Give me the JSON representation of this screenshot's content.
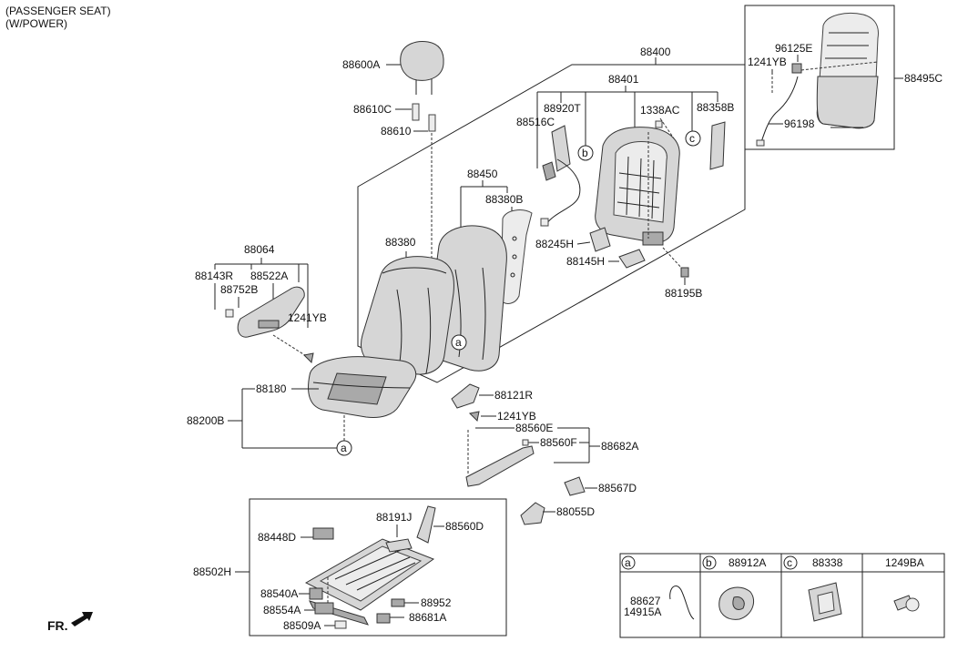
{
  "header": {
    "line1": "(PASSENGER SEAT)",
    "line2": "(W/POWER)"
  },
  "front_indicator": "FR.",
  "labels": {
    "p88600A": "88600A",
    "p88610C": "88610C",
    "p88610": "88610",
    "p88400": "88400",
    "p88401": "88401",
    "p88920T": "88920T",
    "p88516C": "88516C",
    "p1338AC": "1338AC",
    "p88358B": "88358B",
    "p88450": "88450",
    "p88380B": "88380B",
    "p88380": "88380",
    "p88245H": "88245H",
    "p88145H": "88145H",
    "p88195B": "88195B",
    "p88064": "88064",
    "p88143R": "88143R",
    "p88522A": "88522A",
    "p88752B": "88752B",
    "p1241YB_a": "1241YB",
    "p88180": "88180",
    "p88200B": "88200B",
    "p88121R": "88121R",
    "p1241YB_b": "1241YB",
    "p88560E": "88560E",
    "p88560F": "88560F",
    "p88682A": "88682A",
    "p88567D": "88567D",
    "p88055D": "88055D",
    "p88191J": "88191J",
    "p88560D": "88560D",
    "p88448D": "88448D",
    "p88502H": "88502H",
    "p88540A": "88540A",
    "p88554A": "88554A",
    "p88509A": "88509A",
    "p88952": "88952",
    "p88681A": "88681A",
    "p96125E": "96125E",
    "p1241YB_c": "1241YB",
    "p96198": "96198",
    "p88495C": "88495C"
  },
  "callouts": {
    "a": "a",
    "b": "b",
    "c": "c"
  },
  "legend": {
    "col_a_letter": "a",
    "col_b_letter": "b",
    "col_b_part": "88912A",
    "col_c_letter": "c",
    "col_c_part": "88338",
    "col_d_part": "1249BA",
    "col_a_part1": "88627",
    "col_a_part2": "14915A"
  }
}
